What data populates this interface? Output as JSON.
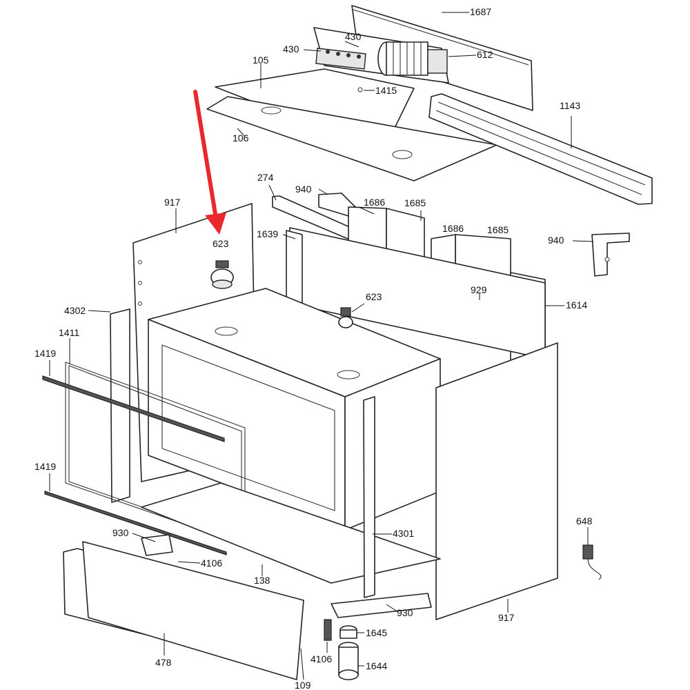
{
  "diagram": {
    "accent_color": "#e8282b",
    "highlighted_part": "623",
    "callouts": {
      "c1687": "1687",
      "c430a": "430",
      "c430b": "430",
      "c612": "612",
      "c105": "105",
      "c1415": "1415",
      "c106": "106",
      "c1143": "1143",
      "c274": "274",
      "c940a": "940",
      "c1686a": "1686",
      "c1685a": "1685",
      "c1686b": "1686",
      "c1685b": "1685",
      "c940b": "940",
      "c917a": "917",
      "c623a": "623",
      "c1639": "1639",
      "c623b": "623",
      "c929": "929",
      "c1614": "1614",
      "c4302": "4302",
      "c1411": "1411",
      "c1419a": "1419",
      "c1419b": "1419",
      "c4301": "4301",
      "c648": "648",
      "c930a": "930",
      "c4106a": "4106",
      "c138": "138",
      "c930b": "930",
      "c917b": "917",
      "c1645": "1645",
      "c1644": "1644",
      "c4106b": "4106",
      "c478": "478",
      "c109": "109"
    }
  }
}
